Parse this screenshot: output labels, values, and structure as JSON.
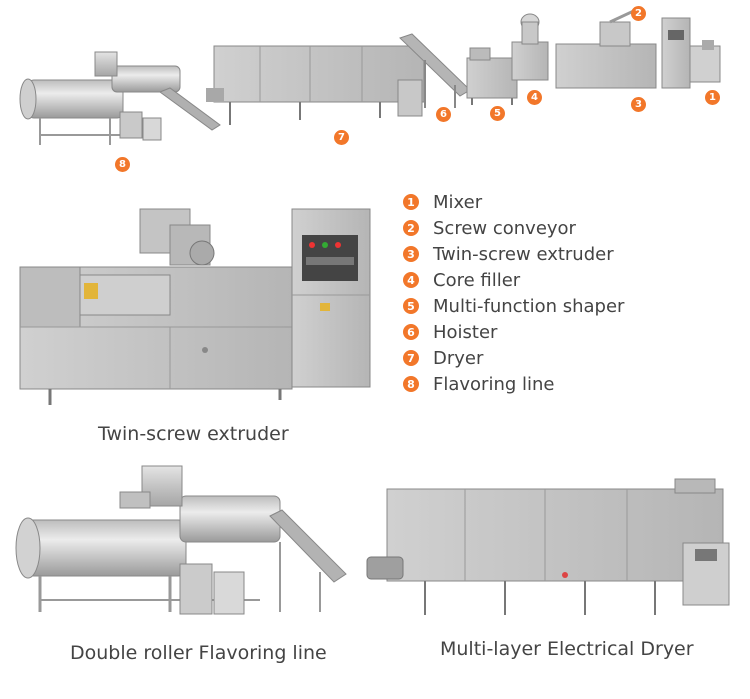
{
  "legend": [
    {
      "num": "1",
      "label": "Mixer"
    },
    {
      "num": "2",
      "label": "Screw conveyor"
    },
    {
      "num": "3",
      "label": "Twin-screw extruder"
    },
    {
      "num": "4",
      "label": "Core filler"
    },
    {
      "num": "5",
      "label": "Multi-function shaper"
    },
    {
      "num": "6",
      "label": "Hoister"
    },
    {
      "num": "7",
      "label": "Dryer"
    },
    {
      "num": "8",
      "label": "Flavoring line"
    }
  ],
  "line_badges": [
    "8",
    "7",
    "6",
    "5",
    "4",
    "2",
    "3",
    "1"
  ],
  "captions": {
    "extruder": "Twin-screw extruder",
    "flavoring": "Double roller Flavoring line",
    "dryer": "Multi-layer Electrical Dryer"
  },
  "colors": {
    "accent": "#f2772a",
    "steel_light": "#d6d6d6",
    "steel_mid": "#b9b9b9",
    "steel_dark": "#8c8c8c"
  }
}
